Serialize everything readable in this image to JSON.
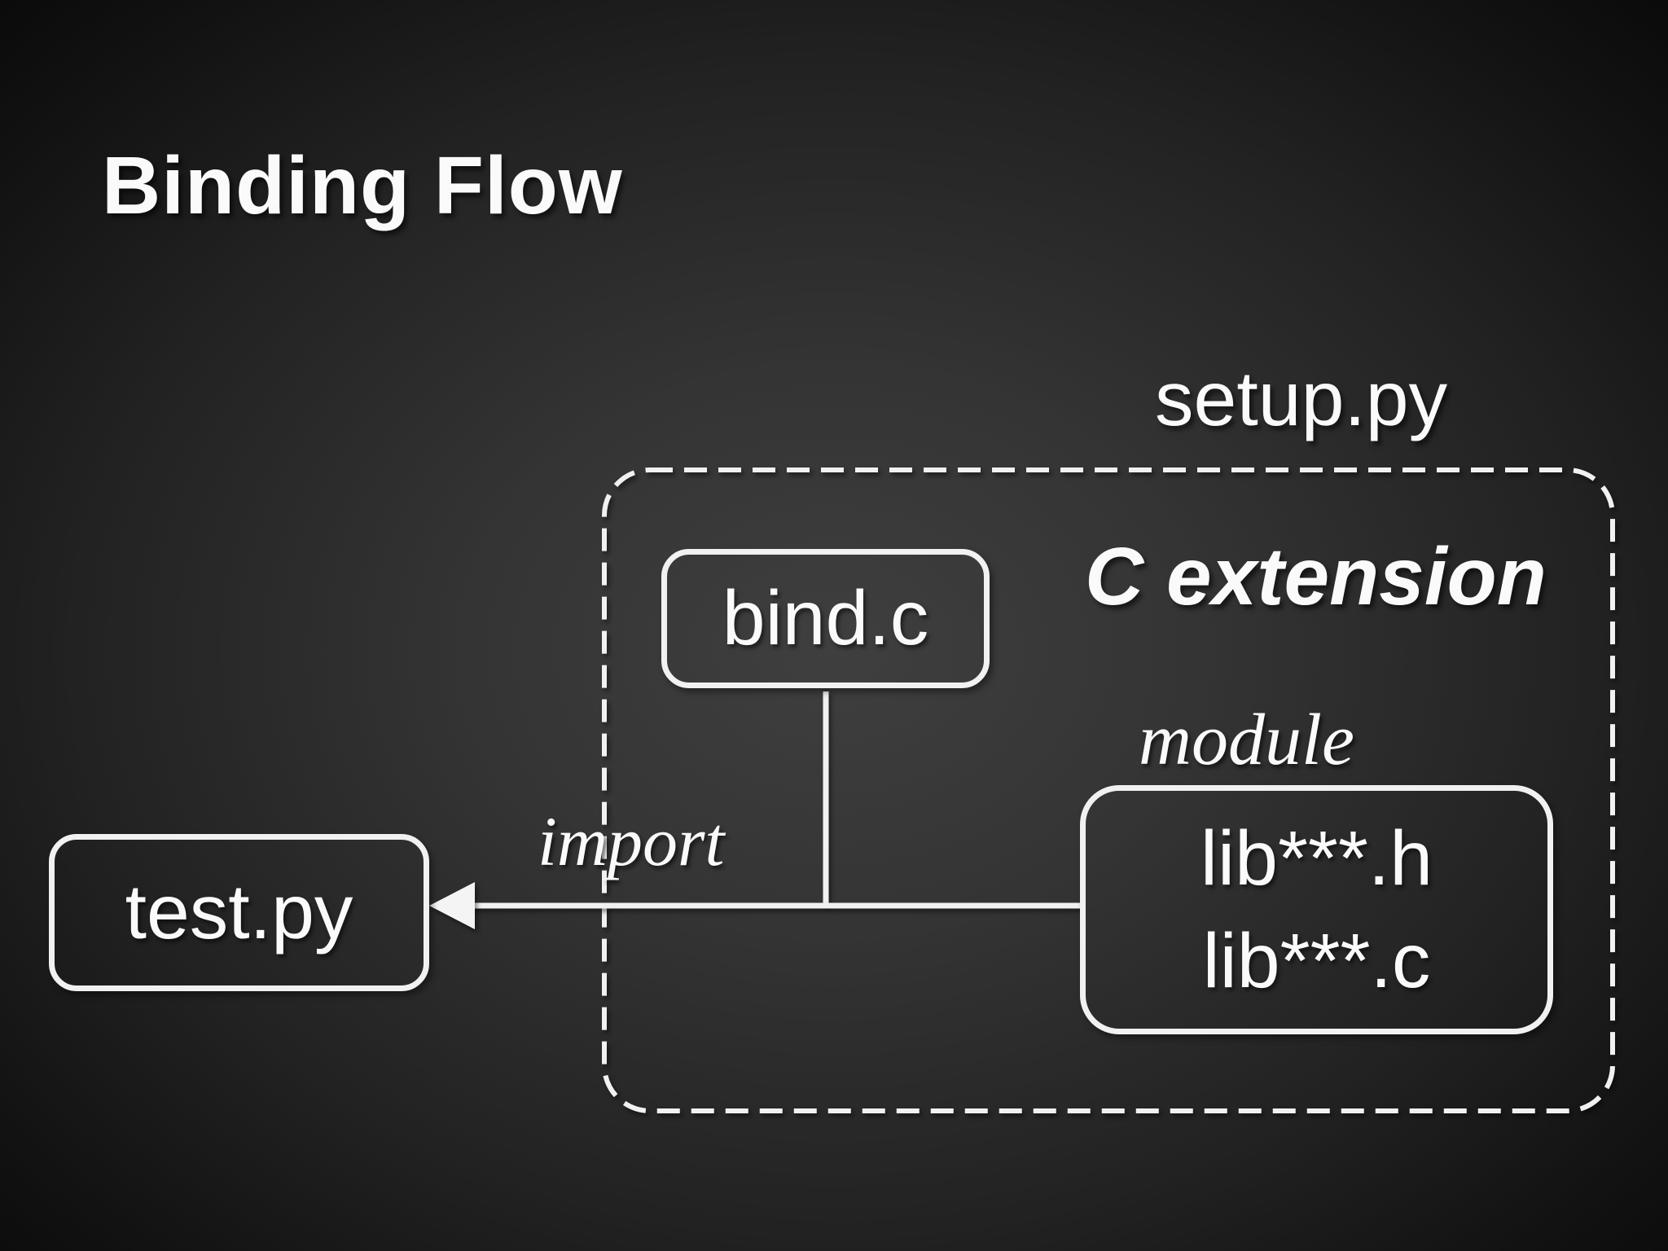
{
  "slide": {
    "title": "Binding Flow",
    "background_center_color": "#3f3f3f",
    "background_edge_color": "#090909",
    "stroke_color": "#f1f1f1",
    "text_color": "#fafafa"
  },
  "diagram": {
    "setup_label": "setup.py",
    "c_extension_label": "C extension",
    "module_label": "module",
    "import_label": "import",
    "nodes": {
      "bind": "bind.c",
      "test": "test.py",
      "lib_header": "lib***.h",
      "lib_source": "lib***.c"
    }
  }
}
